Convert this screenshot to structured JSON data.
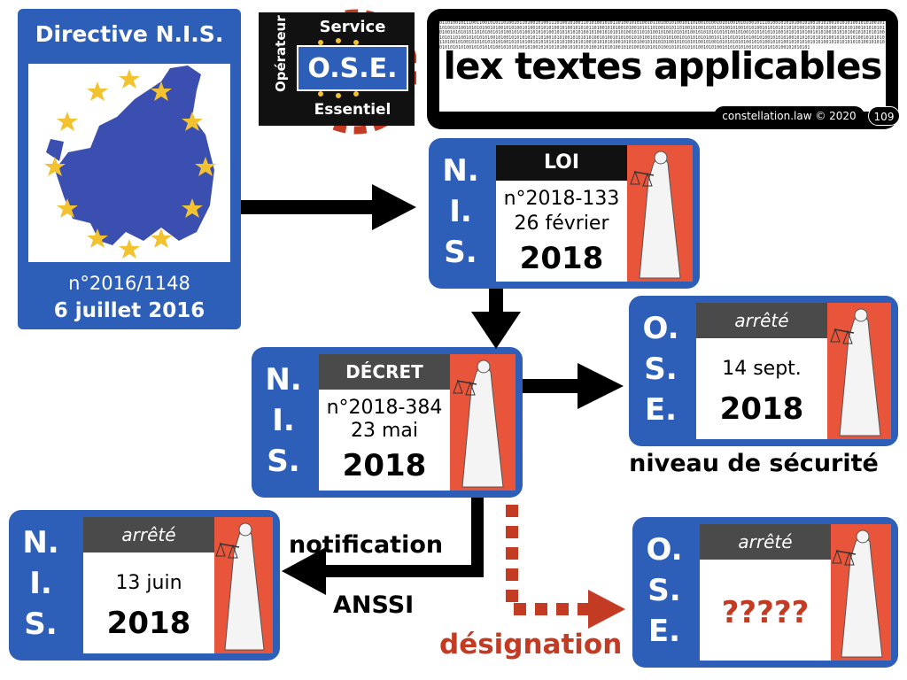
{
  "directive": {
    "title": "Directive N.I.S.",
    "number": "n°2016/1148",
    "date": "6 juillet 2016"
  },
  "ose_badge": {
    "side": "Opérateur",
    "top": "Service",
    "center": "O.S.E.",
    "bottom": "Essentiel"
  },
  "banner": {
    "title": "lex textes applicables",
    "credit": "constellation.law © 2020",
    "page": "109"
  },
  "nis_letters": [
    "N.",
    "I.",
    "S."
  ],
  "ose_letters": [
    "O.",
    "S.",
    "E."
  ],
  "loi": {
    "tag": "LOI",
    "number": "n°2018-133",
    "date": "26 février",
    "year": "2018"
  },
  "decret": {
    "tag": "DÉCRET",
    "number": "n°2018-384",
    "date": "23 mai",
    "year": "2018"
  },
  "arrete_ose": {
    "tag": "arrêté",
    "date": "14 sept.",
    "year": "2018",
    "caption": "niveau de sécurité"
  },
  "arrete_nis": {
    "tag": "arrêté",
    "date": "13 juin",
    "year": "2018"
  },
  "arrete_ose2": {
    "tag": "arrêté",
    "value": "?????"
  },
  "labels": {
    "notification": "notification",
    "anssi": "ANSSI",
    "designation": "désignation"
  },
  "colors": {
    "blue": "#2e5fb8",
    "red_statue": "#e8553a",
    "dark_red": "#c23b22",
    "star": "#f2c230"
  }
}
